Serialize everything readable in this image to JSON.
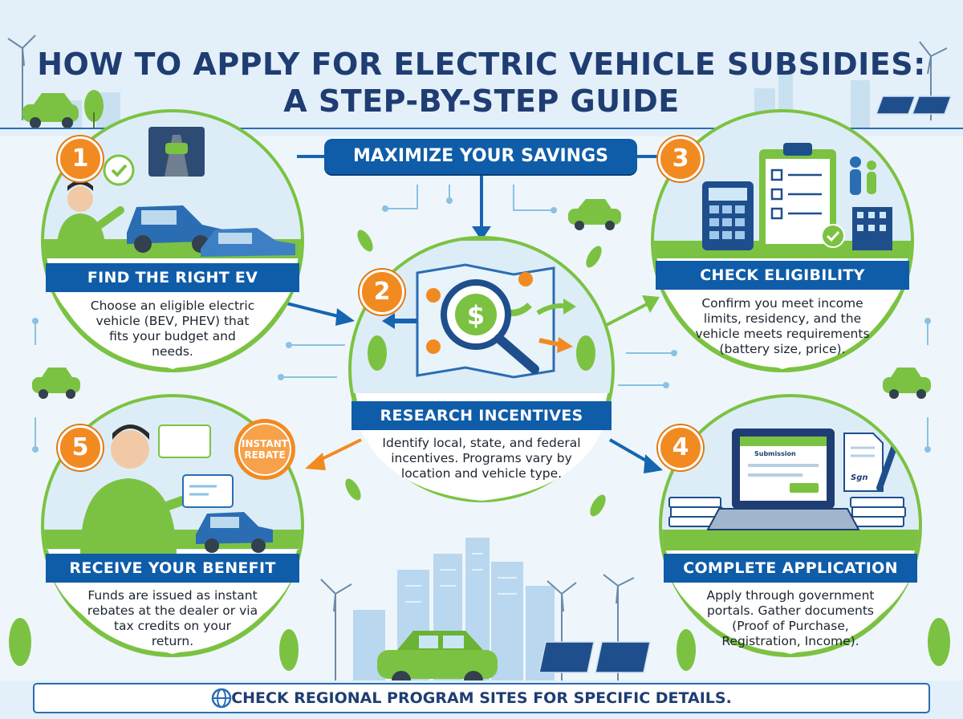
{
  "title": {
    "line1": "HOW TO APPLY FOR ELECTRIC VEHICLE SUBSIDIES:",
    "line2": "A STEP-BY-STEP GUIDE"
  },
  "center_banner": "MAXIMIZE YOUR SAVINGS",
  "steps": [
    {
      "number": "1",
      "heading": "FIND THE RIGHT EV",
      "lines": [
        "Choose an eligible electric",
        "vehicle (BEV, PHEV) that",
        "fits your budget and",
        "needs."
      ]
    },
    {
      "number": "2",
      "heading": "RESEARCH INCENTIVES",
      "lines": [
        "Identify local, state, and federal",
        "incentives. Programs vary by",
        "location and vehicle type."
      ]
    },
    {
      "number": "3",
      "heading": "CHECK ELIGIBILITY",
      "lines": [
        "Confirm you meet income",
        "limits, residency, and the",
        "vehicle meets requirements",
        "(battery size, price)."
      ]
    },
    {
      "number": "4",
      "heading": "COMPLETE APPLICATION",
      "lines": [
        "Apply through government",
        "portals. Gather documents",
        "(Proof of Purchase,",
        "Registration, Income)."
      ]
    },
    {
      "number": "5",
      "heading": "RECEIVE YOUR BENEFIT",
      "lines": [
        "Funds are issued as instant",
        "rebates at the dealer or via",
        "tax credits on your",
        "return."
      ]
    }
  ],
  "badge": {
    "line1": "INSTANT",
    "line2": "REBATE"
  },
  "laptop_screen_label": "Submission",
  "signature_text": "Sgn",
  "footer": "CHECK REGIONAL PROGRAM SITES FOR SPECIFIC DETAILS.",
  "colors": {
    "navy": "#1f3d72",
    "blue": "#0f5ca8",
    "green": "#7cc242",
    "orange": "#f28a22",
    "sky": "#dcedf8"
  }
}
